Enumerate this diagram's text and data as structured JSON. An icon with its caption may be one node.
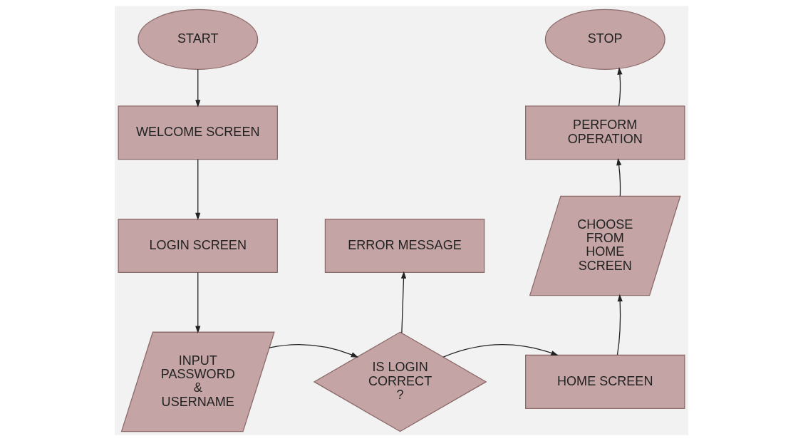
{
  "diagram": {
    "nodes": [
      {
        "text": [
          "START"
        ]
      },
      {
        "text": [
          "WELCOME SCREEN"
        ]
      },
      {
        "text": [
          "LOGIN SCREEN"
        ]
      },
      {
        "text": [
          "INPUT PASSWORD & USERNAME"
        ]
      },
      {
        "text": [
          "ERROR MESSAGE"
        ]
      },
      {
        "text": [
          "IS LOGIN CORRECT ?"
        ]
      },
      {
        "text": [
          "HOME SCREEN"
        ]
      },
      {
        "text": [
          "CHOOSE FROM HOME SCREEN"
        ]
      },
      {
        "text": [
          "PERFORM OPERATION"
        ]
      },
      {
        "text": [
          "STOP"
        ]
      }
    ],
    "edges": [
      {
        "from": 0,
        "to": 1,
        "arrow": "to"
      },
      {
        "from": 1,
        "to": 2,
        "arrow": "to"
      },
      {
        "from": 2,
        "to": 3,
        "arrow": "to"
      },
      {
        "from": 3,
        "to": 5,
        "arrow": "to"
      },
      {
        "from": 5,
        "to": 4,
        "arrow": "to"
      },
      {
        "from": 5,
        "to": 6,
        "arrow": "to"
      },
      {
        "from": 6,
        "to": 7,
        "arrow": "to"
      },
      {
        "from": 7,
        "to": 8,
        "arrow": "to"
      },
      {
        "from": 8,
        "to": 9,
        "arrow": "to"
      }
    ]
  }
}
